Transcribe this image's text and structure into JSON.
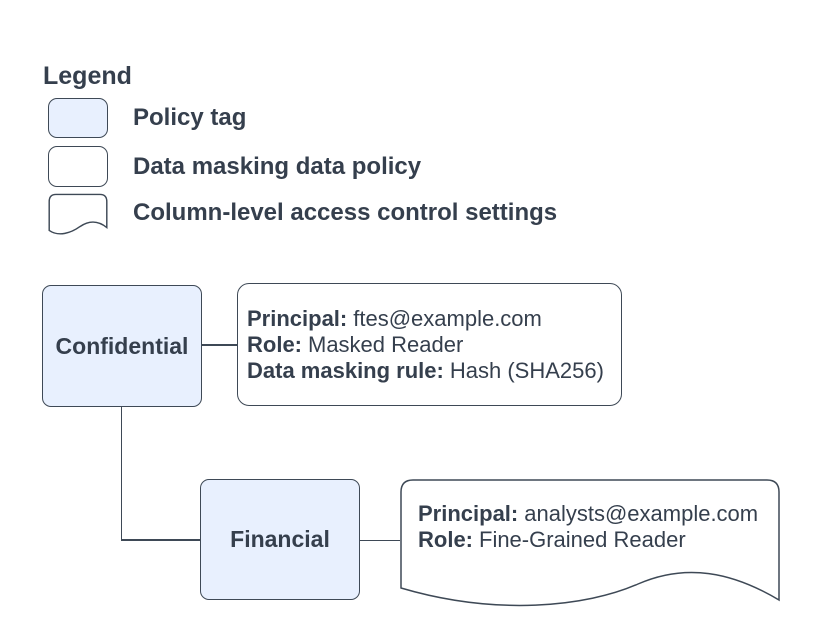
{
  "colors": {
    "policy_tag_fill": "#e8f0fe",
    "node_stroke": "#3e4956",
    "text": "#353f4d",
    "background": "#ffffff"
  },
  "legend": {
    "title": "Legend",
    "items": [
      {
        "swatch": "policy-tag",
        "label": "Policy tag"
      },
      {
        "swatch": "data-masking-data-policy",
        "label": "Data masking data policy"
      },
      {
        "swatch": "column-level-access-control",
        "label": "Column-level access control settings"
      }
    ]
  },
  "diagram": {
    "nodes": {
      "confidential": {
        "label": "Confidential",
        "type": "policy-tag"
      },
      "financial": {
        "label": "Financial",
        "type": "policy-tag"
      },
      "masking_policy": {
        "type": "data-masking-data-policy",
        "lines": [
          {
            "label": "Principal:",
            "value": "ftes@example.com"
          },
          {
            "label": "Role:",
            "value": "Masked Reader"
          },
          {
            "label": "Data masking rule:",
            "value": "Hash (SHA256)"
          }
        ]
      },
      "column_access": {
        "type": "column-level-access-control-settings",
        "lines": [
          {
            "label": "Principal:",
            "value": "analysts@example.com"
          },
          {
            "label": "Role:",
            "value": "Fine-Grained Reader"
          }
        ]
      }
    },
    "edges": [
      {
        "from": "confidential",
        "to": "masking_policy"
      },
      {
        "from": "confidential",
        "to": "financial"
      },
      {
        "from": "financial",
        "to": "column_access"
      }
    ]
  }
}
